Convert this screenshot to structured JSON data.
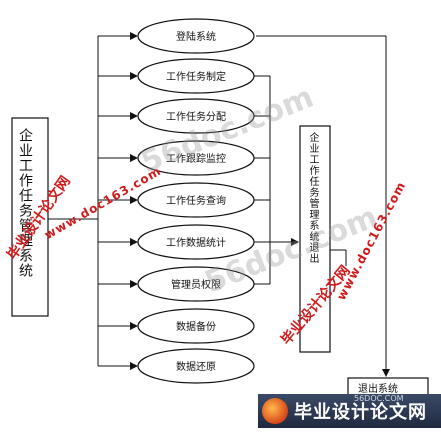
{
  "diagram": {
    "root": "企业工作任务管理系统",
    "modules": [
      "登陆系统",
      "工作任务制定",
      "工作任务分配",
      "工作跟踪监控",
      "工作任务查询",
      "工作数据统计",
      "管理员权限",
      "数据备份",
      "数据还原"
    ],
    "exit_manager": "企业工作任务管理系统退出",
    "exit_box": "退出系统"
  },
  "watermarks": {
    "cn": "毕业设计论文网",
    "url": "www.doc163.com",
    "faint": "56doc.com",
    "logo_text": "毕业设计论文网",
    "logo_small": "56DOC.COM"
  }
}
